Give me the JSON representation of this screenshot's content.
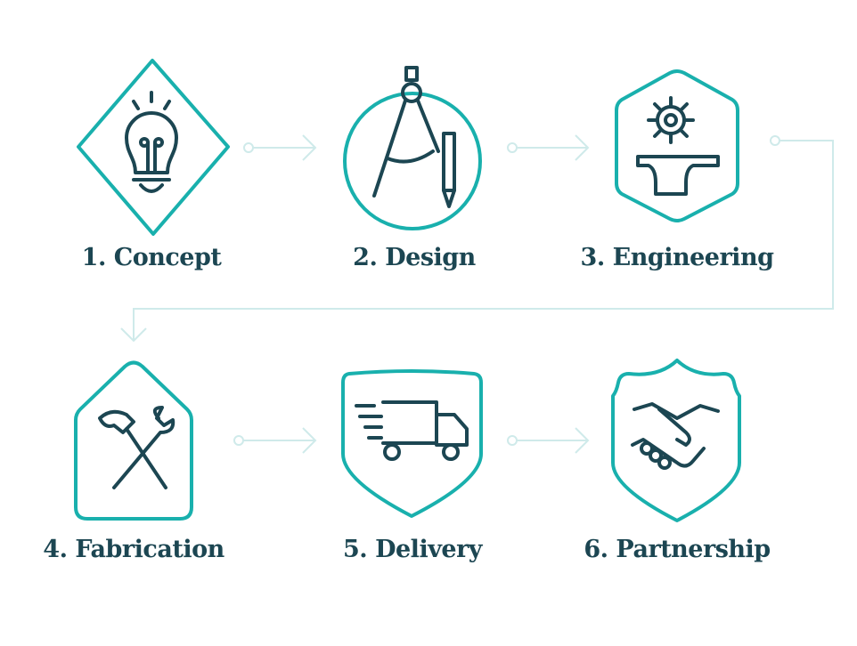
{
  "steps": [
    {
      "label": "1. Concept",
      "icon": "lightbulb-icon",
      "shape": "diamond"
    },
    {
      "label": "2. Design",
      "icon": "compass-pencil-icon",
      "shape": "circle"
    },
    {
      "label": "3. Engineering",
      "icon": "gear-beam-icon",
      "shape": "hexagon"
    },
    {
      "label": "4. Fabrication",
      "icon": "hammer-wrench-icon",
      "shape": "house"
    },
    {
      "label": "5. Delivery",
      "icon": "truck-icon",
      "shape": "shield"
    },
    {
      "label": "6. Partnership",
      "icon": "handshake-icon",
      "shape": "badge"
    }
  ],
  "colors": {
    "accent": "#19b0ad",
    "text": "#1c4652",
    "connector": "#cfeaea"
  }
}
